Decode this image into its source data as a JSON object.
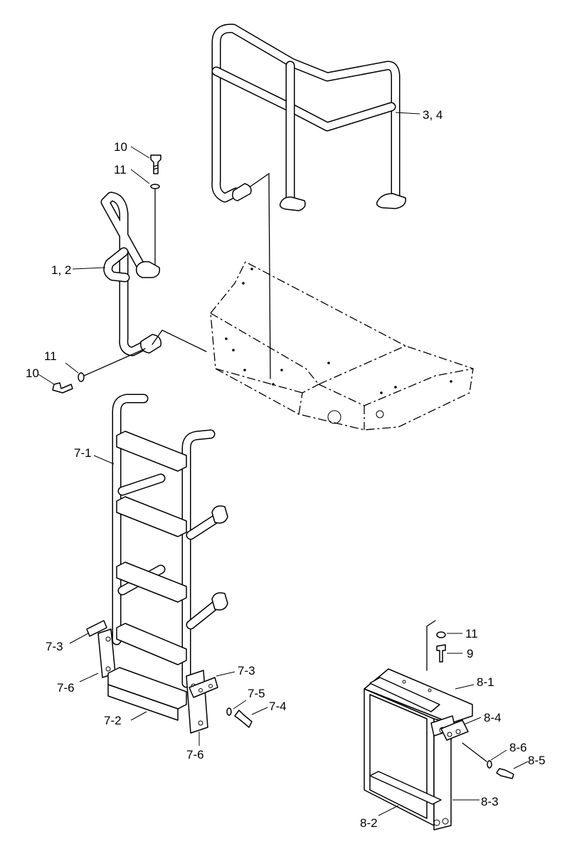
{
  "callouts": {
    "handrail_upper": "3, 4",
    "bolt_top": "10",
    "washer_top": "11",
    "handrail_side": "1, 2",
    "washer_left": "11",
    "bolt_left": "10",
    "ladder": "7-1",
    "bracket_left": "7-3",
    "plate_left": "7-6",
    "step_bottom": "7-2",
    "bracket_right": "7-3",
    "washer_ladder": "7-5",
    "bolt_ladder": "7-4",
    "plate_right": "7-6",
    "washer_step": "11",
    "bolt_step": "9",
    "step_frame": "8-1",
    "step_plate": "8-4",
    "step_washer": "8-6",
    "step_bolt": "8-5",
    "step_side": "8-3",
    "step_tread": "8-2"
  }
}
